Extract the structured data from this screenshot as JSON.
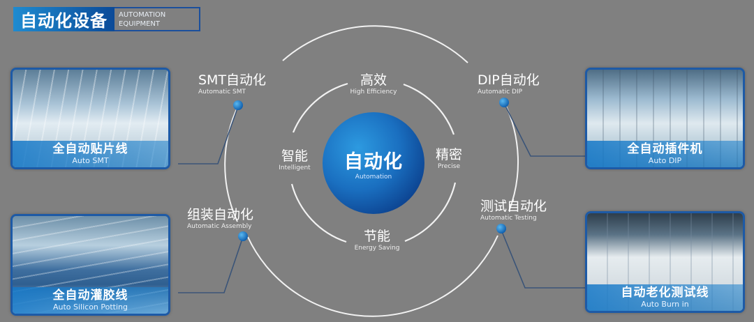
{
  "header": {
    "title_cn": "自动化设备",
    "title_en_line1": "AUTOMATION",
    "title_en_line2": "EQUIPMENT"
  },
  "center": {
    "title_cn": "自动化",
    "title_en": "Automation"
  },
  "inner_ring": [
    {
      "cn": "高效",
      "en": "High Efficiency"
    },
    {
      "cn": "精密",
      "en": "Precise"
    },
    {
      "cn": "节能",
      "en": "Energy Saving"
    },
    {
      "cn": "智能",
      "en": "Intelligent"
    }
  ],
  "outer_nodes": [
    {
      "cn": "SMT自动化",
      "en": "Automatic SMT"
    },
    {
      "cn": "DIP自动化",
      "en": "Automatic DIP"
    },
    {
      "cn": "组装自动化",
      "en": "Automatic Assembly"
    },
    {
      "cn": "测试自动化",
      "en": "Automatic Testing"
    }
  ],
  "cards": [
    {
      "cn": "全自动贴片线",
      "en": "Auto SMT"
    },
    {
      "cn": "全自动插件机",
      "en": "Auto DIP"
    },
    {
      "cn": "全自动灌胶线",
      "en": "Auto Silicon Potting"
    },
    {
      "cn": "自动老化测试线",
      "en": "Auto Burn in"
    }
  ],
  "colors": {
    "background": "#808080",
    "accent_light": "#1f8bd0",
    "accent_dark": "#0b4a98",
    "ring": "#f2f2f2",
    "connector": "#3a5478"
  }
}
